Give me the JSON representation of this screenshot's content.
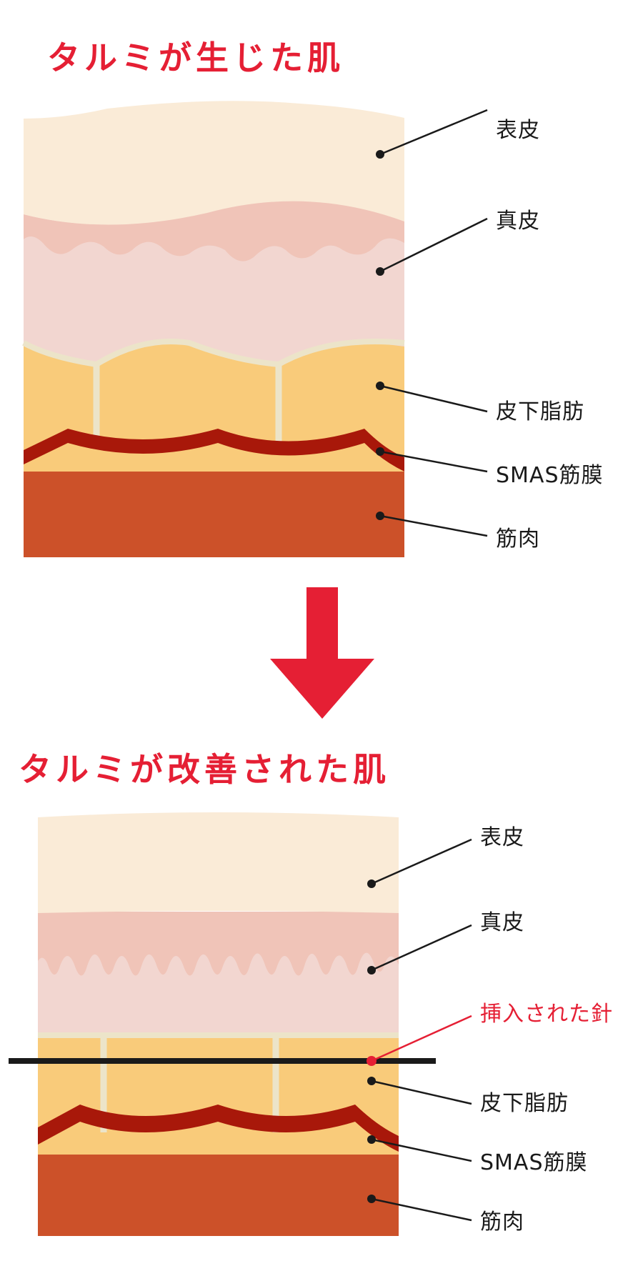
{
  "before": {
    "title": "タルミが生じた肌",
    "labels": {
      "epidermis": "表皮",
      "dermis": "真皮",
      "fat": "皮下脂肪",
      "smas": "SMAS筋膜",
      "muscle": "筋肉"
    }
  },
  "after": {
    "title": "タルミが改善された肌",
    "labels": {
      "epidermis": "表皮",
      "dermis": "真皮",
      "needle": "挿入された針",
      "fat": "皮下脂肪",
      "smas": "SMAS筋膜",
      "muscle": "筋肉"
    }
  },
  "colors": {
    "accent": "#e51f34",
    "epidermis": "#faebd7",
    "dermis_light": "#f2d6d0",
    "dermis_dark": "#f0c4b8",
    "fat": "#f9cb7a",
    "septum": "#ece4c9",
    "smas": "#a8180a",
    "muscle": "#cc5129",
    "line": "#1a1a1a"
  },
  "icons": {
    "down_arrow": "arrow-down-icon"
  }
}
